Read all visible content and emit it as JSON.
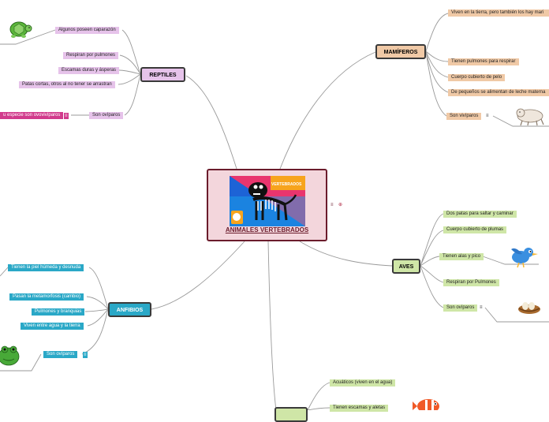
{
  "center": {
    "title": "ANIMALES VERTEBRADOS",
    "badge": "VERTEBRADOS"
  },
  "reptiles": {
    "label": "REPTILES",
    "items": [
      "Algunos poseen caparazón",
      "Respiran por pulmones",
      "Escamas duras y ásperas",
      "Patas cortas, otros al no tener se arrastran",
      "Son ovíparos"
    ],
    "note": "u especie son ovovivíparos"
  },
  "mamiferos": {
    "label": "MAMÍFEROS",
    "items": [
      "Viven en la tierra, pero también los hay mari",
      "Tienen pulmones para respirar",
      "Cuerpo cubierto de pelo",
      "De pequeños se alimentan de leche materna",
      "Son vivíparos"
    ]
  },
  "aves": {
    "label": "AVES",
    "items": [
      "Dos patas para saltar y caminar",
      "Cuerpo cubierto de plumas",
      "Tienen alas y pico",
      "Respiran por Pulmones",
      "Son ovíparos"
    ]
  },
  "anfibios": {
    "label": "ANFIBIOS",
    "items": [
      "Tienen la piel húmeda y desnuda",
      "Pasan la metamorfosis (cambio)",
      "Pulmones y branquias",
      "Viven entre agua y la tierra",
      "Son ovíparos"
    ]
  },
  "peces": {
    "items": [
      "Acuáticos (viven en el agua)",
      "Tienen escamas y aletas"
    ]
  },
  "colors": {
    "reptiles": "#e6c3ea",
    "mamiferos": "#f0c9a6",
    "aves": "#cfe6a7",
    "anfibios": "#2aa8c7",
    "center": "#f3d6dc"
  }
}
